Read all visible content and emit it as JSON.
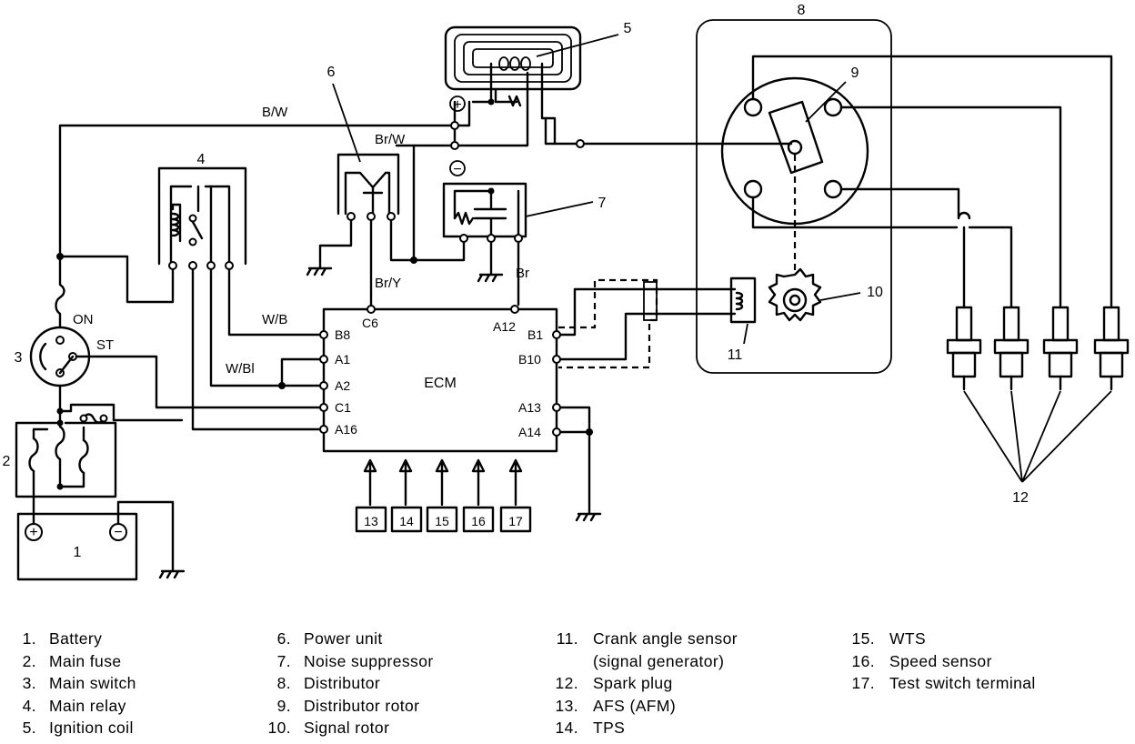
{
  "wire_labels": {
    "bw": "B/W",
    "brw": "Br/W",
    "wb": "W/B",
    "wbl": "W/Bl",
    "bry": "Br/Y",
    "br": "Br"
  },
  "switch_labels": {
    "on": "ON",
    "st": "ST"
  },
  "ecm": {
    "title": "ECM",
    "pins_left": [
      "B8",
      "A1",
      "A2",
      "C1",
      "A16"
    ],
    "pin_c6": "C6",
    "pin_a12": "A12",
    "pins_right": [
      "B1",
      "B10",
      "A13",
      "A14"
    ]
  },
  "callouts": {
    "c1": "1",
    "c2": "2",
    "c3": "3",
    "c4": "4",
    "c5": "5",
    "c6": "6",
    "c7": "7",
    "c8": "8",
    "c9": "9",
    "c10": "10",
    "c11": "11",
    "c12": "12"
  },
  "sensor_boxes": [
    "13",
    "14",
    "15",
    "16",
    "17"
  ],
  "polarity": {
    "plus": "+",
    "minus": "−"
  },
  "legend": {
    "col1": [
      {
        "num": "1.",
        "label": "Battery"
      },
      {
        "num": "2.",
        "label": "Main fuse"
      },
      {
        "num": "3.",
        "label": "Main switch"
      },
      {
        "num": "4.",
        "label": "Main relay"
      },
      {
        "num": "5.",
        "label": "Ignition coil"
      }
    ],
    "col2": [
      {
        "num": "6.",
        "label": "Power unit"
      },
      {
        "num": "7.",
        "label": "Noise suppressor"
      },
      {
        "num": "8.",
        "label": "Distributor"
      },
      {
        "num": "9.",
        "label": "Distributor rotor"
      },
      {
        "num": "10.",
        "label": "Signal rotor"
      }
    ],
    "col3": [
      {
        "num": "11.",
        "label": "Crank angle sensor"
      },
      {
        "num": "",
        "label": "(signal generator)"
      },
      {
        "num": "12.",
        "label": "Spark plug"
      },
      {
        "num": "13.",
        "label": "AFS (AFM)"
      },
      {
        "num": "14.",
        "label": "TPS"
      }
    ],
    "col4": [
      {
        "num": "15.",
        "label": "WTS"
      },
      {
        "num": "16.",
        "label": "Speed sensor"
      },
      {
        "num": "17.",
        "label": "Test switch terminal"
      }
    ]
  }
}
